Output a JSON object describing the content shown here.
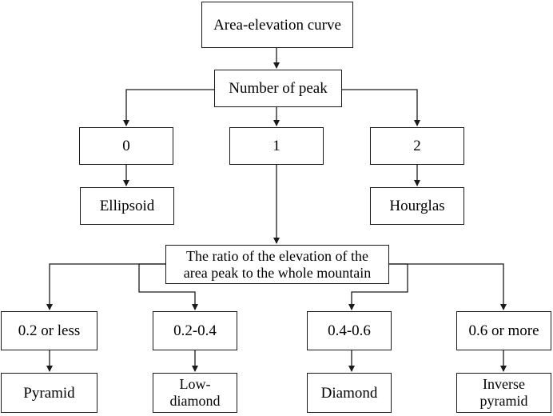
{
  "diagram": {
    "nodes": {
      "root": "Area-elevation curve",
      "peaks": "Number of peak",
      "zero": "0",
      "one": "1",
      "two": "2",
      "ellipsoid": "Ellipsoid",
      "hourglass": "Hourglas",
      "ratio_line1": "The ratio of the elevation of the",
      "ratio_line2": "area peak to the whole mountain",
      "r1": "0.2 or less",
      "r2": "0.2-0.4",
      "r3": "0.4-0.6",
      "r4": "0.6 or more",
      "pyramid": "Pyramid",
      "low_diamond_line1": "Low-",
      "low_diamond_line2": "diamond",
      "diamond": "Diamond",
      "inverse_line1": "Inverse",
      "inverse_line2": "pyramid"
    },
    "edges": [
      {
        "from": "root",
        "to": "peaks"
      },
      {
        "from": "peaks",
        "to": "zero"
      },
      {
        "from": "peaks",
        "to": "one"
      },
      {
        "from": "peaks",
        "to": "two"
      },
      {
        "from": "zero",
        "to": "ellipsoid"
      },
      {
        "from": "two",
        "to": "hourglass"
      },
      {
        "from": "one",
        "to": "ratio"
      },
      {
        "from": "ratio",
        "to": "r1"
      },
      {
        "from": "ratio",
        "to": "r2"
      },
      {
        "from": "ratio",
        "to": "r3"
      },
      {
        "from": "ratio",
        "to": "r4"
      },
      {
        "from": "r1",
        "to": "pyramid"
      },
      {
        "from": "r2",
        "to": "low_diamond"
      },
      {
        "from": "r3",
        "to": "diamond"
      },
      {
        "from": "r4",
        "to": "inverse_pyramid"
      }
    ],
    "colors": {
      "line": "#1a1a1a",
      "box_border": "#1a1a1a",
      "background": "#ffffff"
    }
  }
}
